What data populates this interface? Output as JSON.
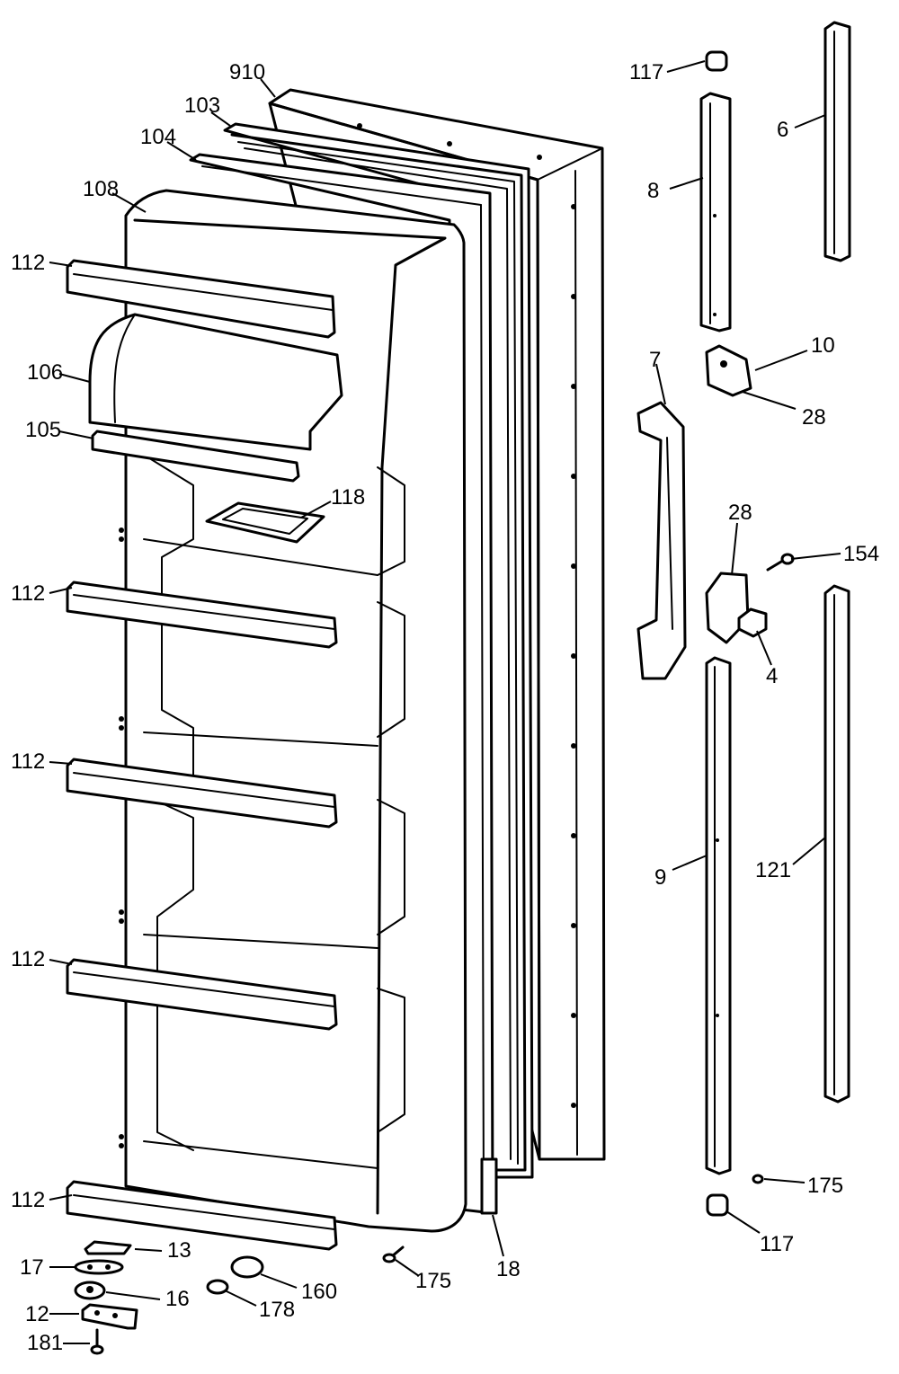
{
  "callouts": {
    "c910": "910",
    "c103": "103",
    "c104": "104",
    "c108": "108",
    "c112a": "112",
    "c106": "106",
    "c105": "105",
    "c118": "118",
    "c112b": "112",
    "c112c": "112",
    "c112d": "112",
    "c112e": "112",
    "c13": "13",
    "c17": "17",
    "c16": "16",
    "c12": "12",
    "c181": "181",
    "c178": "178",
    "c160": "160",
    "c175a": "175",
    "c18": "18",
    "c117a": "117",
    "c8": "8",
    "c6": "6",
    "c10": "10",
    "c28a": "28",
    "c7": "7",
    "c28b": "28",
    "c154": "154",
    "c4": "4",
    "c9": "9",
    "c121": "121",
    "c175b": "175",
    "c117b": "117"
  }
}
